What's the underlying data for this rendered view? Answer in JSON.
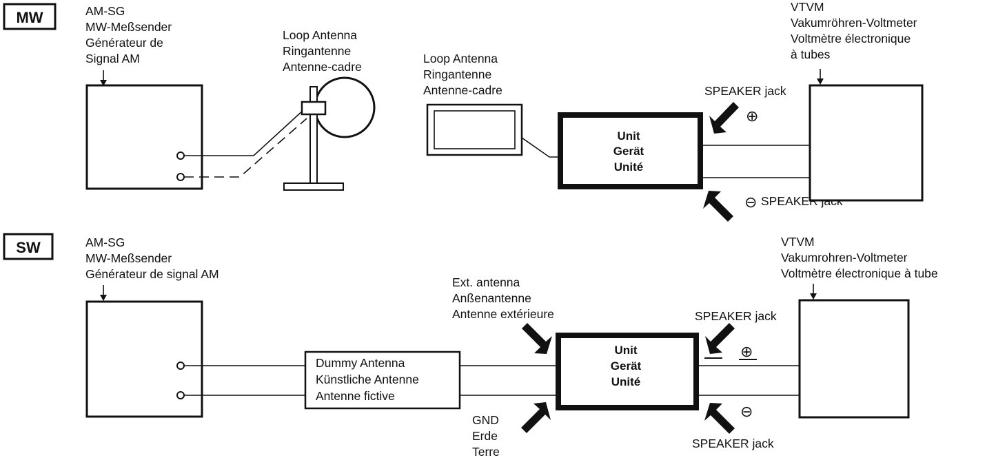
{
  "mw": {
    "badge": "MW",
    "sg": [
      "AM-SG",
      "MW-Meßsender",
      "Générateur de",
      "Signal AM"
    ],
    "loop1": [
      "Loop Antenna",
      "Ringantenne",
      "Antenne-cadre"
    ],
    "loop2": [
      "Loop Antenna",
      "Ringantenne",
      "Antenne-cadre"
    ],
    "unit": [
      "Unit",
      "Gerät",
      "Unité"
    ],
    "vtvm": [
      "VTVM",
      "Vakumröhren-Voltmeter",
      "Voltmètre électronique",
      "à tubes"
    ],
    "speaker_plus": "SPEAKER jack",
    "speaker_minus": "SPEAKER jack",
    "plus_symbol": "⊕",
    "minus_symbol": "⊖"
  },
  "sw": {
    "badge": "SW",
    "sg": [
      "AM-SG",
      "MW-Meßsender",
      "Générateur de signal AM"
    ],
    "ext": [
      "Ext. antenna",
      "Anßenantenne",
      "Antenne extérieure"
    ],
    "dummy": [
      "Dummy Antenna",
      "Künstliche Antenne",
      "Antenne fictive"
    ],
    "gnd": [
      "GND",
      "Erde",
      "Terre"
    ],
    "unit": [
      "Unit",
      "Gerät",
      "Unité"
    ],
    "vtvm": [
      "VTVM",
      "Vakumrohren-Voltmeter",
      "Voltmètre électronique à tube"
    ],
    "speaker_plus": "SPEAKER jack",
    "speaker_minus": "SPEAKER jack",
    "plus_symbol": "⊕",
    "minus_symbol": "⊖"
  }
}
